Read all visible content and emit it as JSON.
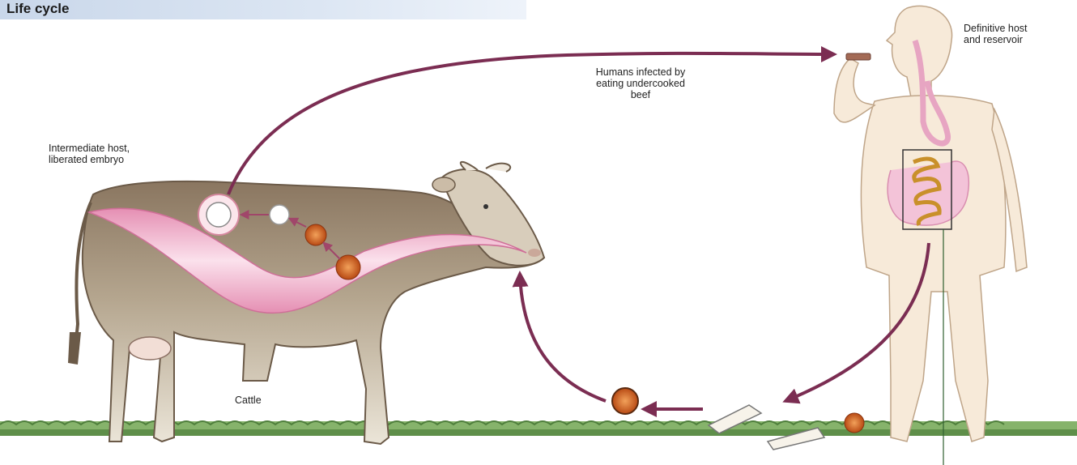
{
  "header": {
    "title": "Life cycle"
  },
  "labels": {
    "definitive_host": [
      "Definitive host",
      "and reservoir"
    ],
    "humans_infected": [
      "Humans infected by",
      "eating undercooked",
      "beef"
    ],
    "intermediate_host": [
      "Intermediate host,",
      "liberated embryo"
    ],
    "cattle": "Cattle"
  },
  "colors": {
    "arrow": "#7b2d52",
    "skin": "#f7ead9",
    "gut": "#f0b8cf",
    "cow_brown": "#8a7660",
    "cow_light": "#e9e2d4",
    "egg": "#c9561c",
    "grass": "#6f9e58"
  }
}
